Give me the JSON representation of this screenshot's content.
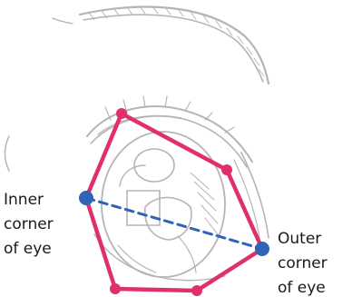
{
  "labels": {
    "inner": {
      "line1": "Inner",
      "line2": "corner",
      "line3": "of eye"
    },
    "outer": {
      "line1": "Outer",
      "line2": "corner",
      "line3": "of eye"
    }
  },
  "colors": {
    "outline": "#e0306a",
    "point": "#2f63b8",
    "axis": "#2f63b8",
    "sketch": "#b5b5b5",
    "text": "#1a1a1a"
  }
}
